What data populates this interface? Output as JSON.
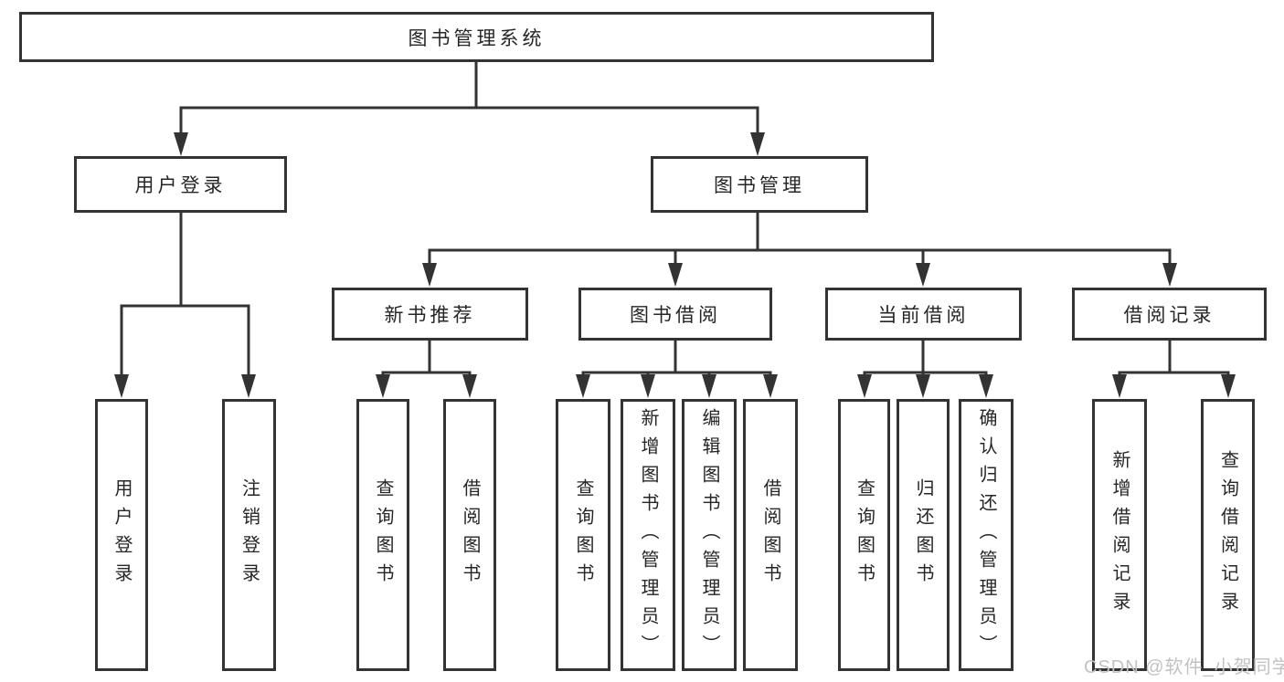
{
  "tree": {
    "root": {
      "label": "图书管理系统",
      "children": [
        {
          "label": "用户登录",
          "children": [
            {
              "label": "用户登录"
            },
            {
              "label": "注销登录"
            }
          ]
        },
        {
          "label": "图书管理",
          "children": [
            {
              "label": "新书推荐",
              "children": [
                {
                  "label": "查询图书"
                },
                {
                  "label": "借阅图书"
                }
              ]
            },
            {
              "label": "图书借阅",
              "children": [
                {
                  "label": "查询图书"
                },
                {
                  "label": "新增图书（管理员）"
                },
                {
                  "label": "编辑图书（管理员）"
                },
                {
                  "label": "借阅图书"
                }
              ]
            },
            {
              "label": "当前借阅",
              "children": [
                {
                  "label": "查询图书"
                },
                {
                  "label": "归还图书"
                },
                {
                  "label": "确认归还（管理员）"
                }
              ]
            },
            {
              "label": "借阅记录",
              "children": [
                {
                  "label": "新增借阅记录"
                },
                {
                  "label": "查询借阅记录"
                }
              ]
            }
          ]
        }
      ]
    }
  },
  "watermark": {
    "text": "CSDN @软件_小贺同学"
  },
  "colors": {
    "line": "#333333",
    "text": "#262626",
    "background": "#ffffff",
    "watermark": "#c2c2c2"
  }
}
